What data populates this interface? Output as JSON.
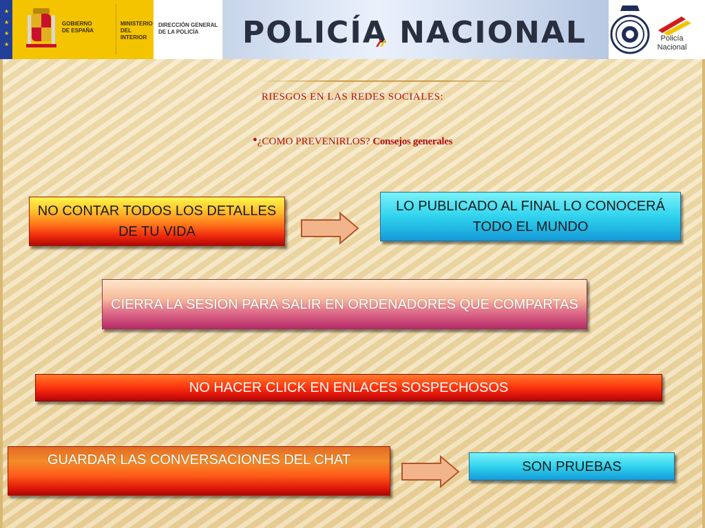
{
  "header": {
    "gov_name": [
      "GOBIERNO",
      "DE ESPAÑA"
    ],
    "ministry_name": [
      "MINISTERIO",
      "DEL INTERIOR"
    ],
    "directorate_name": [
      "DIRECCIÓN GENERAL",
      "DE LA POLICÍA"
    ],
    "banner_title": "POLICÍA NACIONAL",
    "logo_text": [
      "Policía",
      "Nacional"
    ]
  },
  "slide": {
    "title": "RIESGOS EN LAS REDES SOCIALES:",
    "subtitle_bullet": "•",
    "subtitle_question": "¿COMO PREVENIRLOS?",
    "subtitle_bold": "Consejos generales"
  },
  "boxes": {
    "box1": "NO CONTAR TODOS LOS DETALLES DE TU VIDA",
    "box2": "LO PUBLICADO AL FINAL LO CONOCERÁ TODO EL MUNDO",
    "box3": "CIERRA LA SESION PARA SALIR EN ORDENADORES QUE COMPARTAS",
    "box4": "NO HACER CLICK EN ENLACES SOSPECHOSOS",
    "box5": "GUARDAR LAS CONVERSACIONES DEL CHAT",
    "box6": "SON PRUEBAS"
  },
  "colors": {
    "title_red": "#b01010",
    "arrow_fill": "#f2b48a",
    "arrow_stroke": "#b3542a"
  }
}
